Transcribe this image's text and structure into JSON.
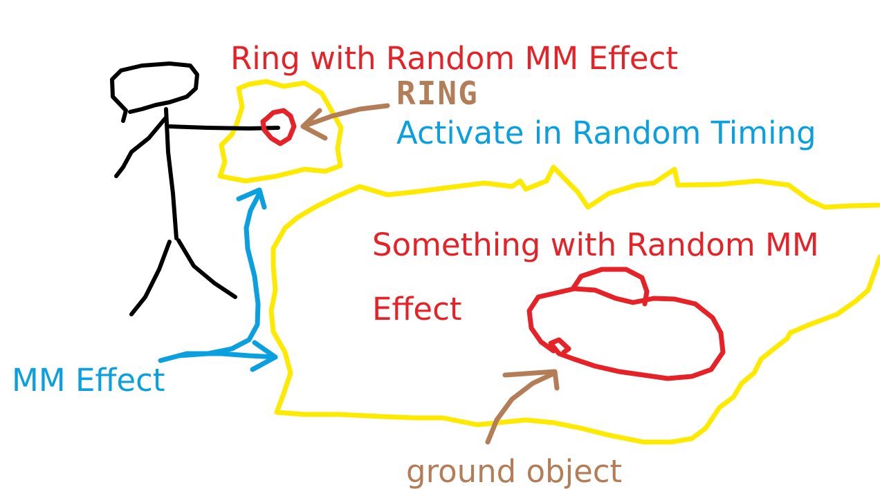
{
  "colors": {
    "red": "#e52227",
    "blue": "#0aa0e0",
    "brown": "#b37d57",
    "yellow": "#fdea00",
    "black": "#000000"
  },
  "labels": {
    "ring_effect": "Ring with Random MM Effect",
    "ring_word": "RING",
    "activate": "Activate in Random Timing",
    "something_line1": "Something with Random MM",
    "something_line2": "Effect",
    "mm_effect": "MM Effect",
    "ground_object": "ground object"
  },
  "shapes": {
    "stick_figure": "person-icon",
    "ring": "ring-icon",
    "ground_object": "blob-icon"
  }
}
